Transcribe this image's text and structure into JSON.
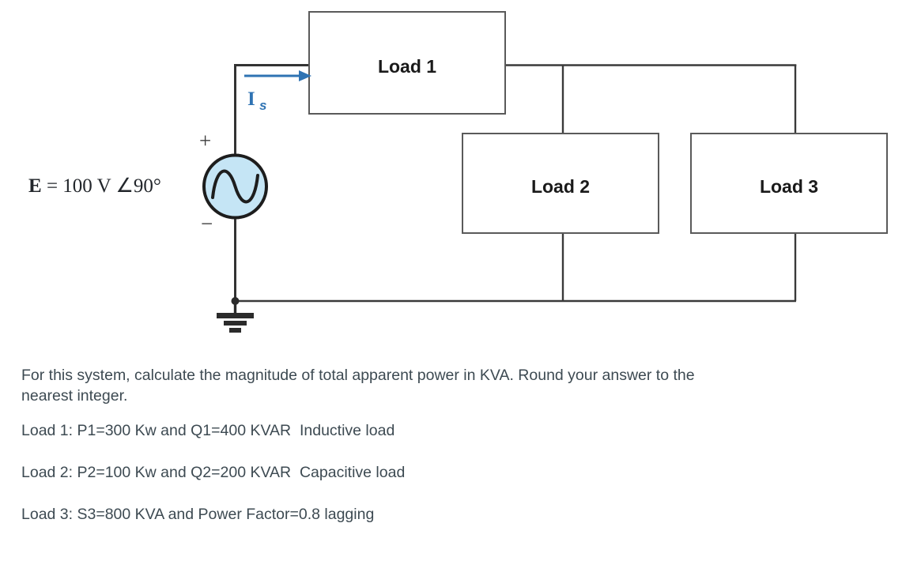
{
  "figure": {
    "source": {
      "label": "E  =  100 V ∠90°",
      "label_bold_prefix": "E",
      "label_rest": "  =  100 V ∠90°",
      "plus_sign": "+",
      "minus_sign": "−",
      "symbol": "ac-voltage-source",
      "fill_color": "#c5e5f5",
      "stroke_color": "#1d1d1d"
    },
    "current": {
      "label": "I",
      "subscript": "s",
      "color": "#2f73b3",
      "direction": "right"
    },
    "loads": [
      {
        "name": "Load 1"
      },
      {
        "name": "Load 2"
      },
      {
        "name": "Load 3"
      }
    ],
    "ground": {
      "symbol": "earth-ground"
    },
    "wire_color": "#3a3a3a",
    "box_stroke_color": "#5a5a5a"
  },
  "question": {
    "prompt": "For this system, calculate the magnitude of total apparent power in KVA. Round your answer to the nearest integer.",
    "lines": [
      "Load 1: P1=300 Kw and Q1=400 KVAR  Inductive load",
      "Load 2: P2=100 Kw and Q2=200 KVAR  Capacitive load",
      "Load 3: S3=800 KVA and Power Factor=0.8 lagging"
    ],
    "text_color": "#3d4a52"
  }
}
